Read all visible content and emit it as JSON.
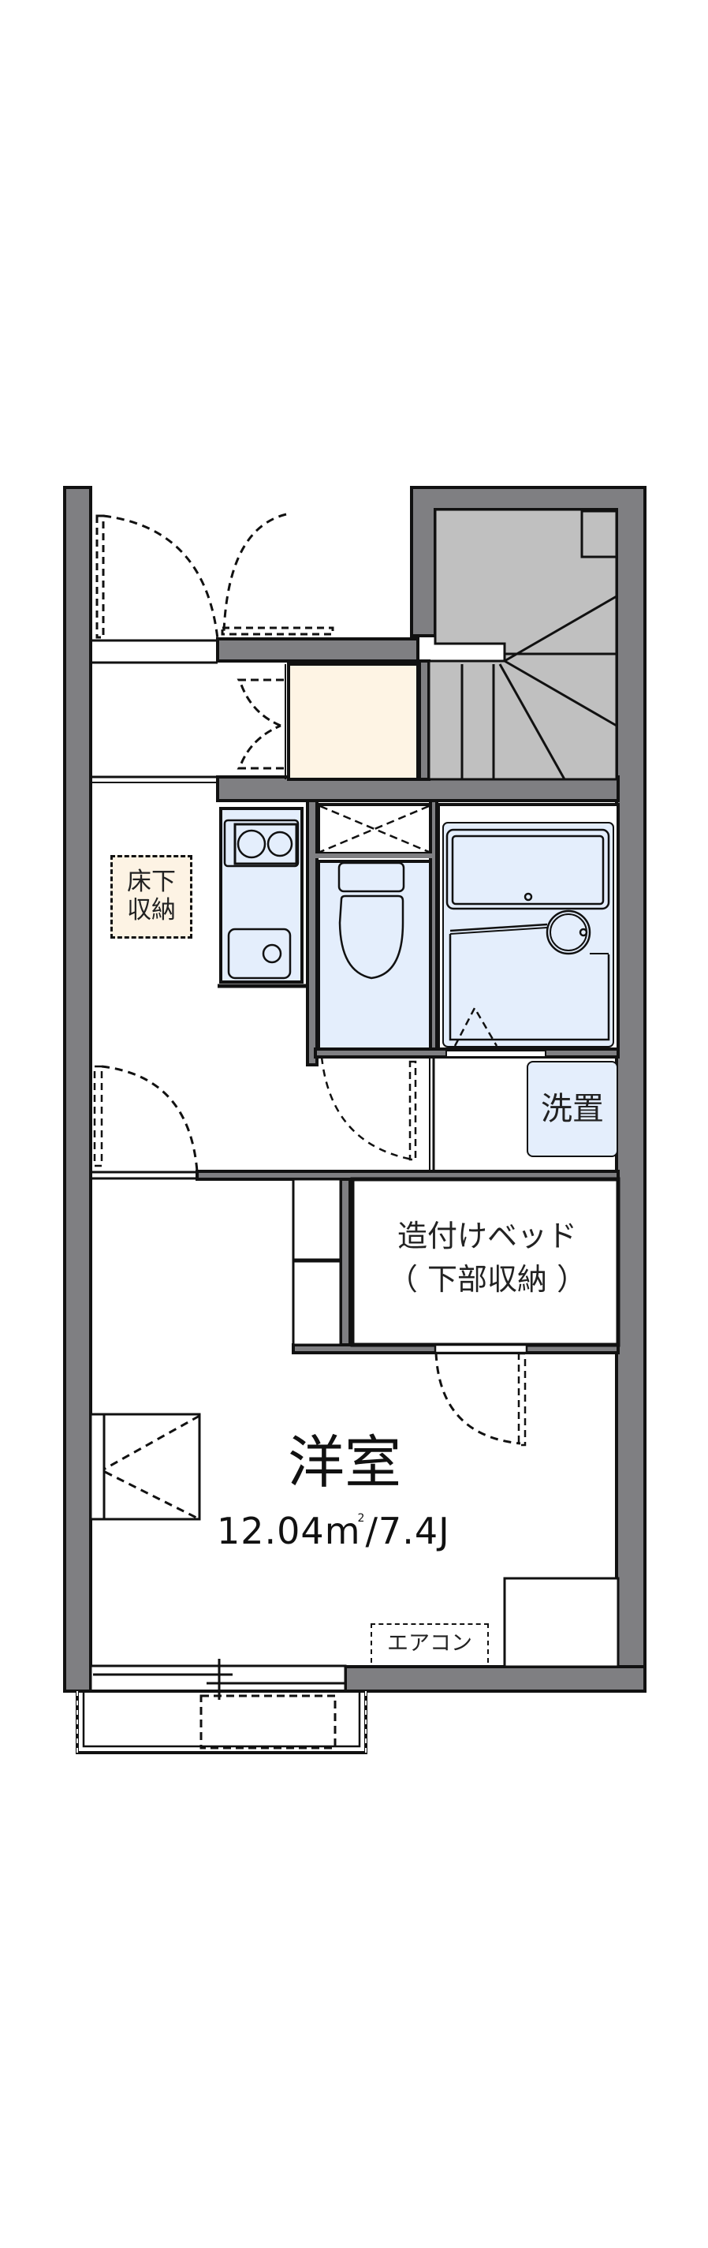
{
  "floor_plan": {
    "colors": {
      "wall": "#7f7f82",
      "line": "#111111",
      "stair_fill": "#c0c0c0",
      "closet_fill": "#fef4e4",
      "wet_area_fill": "#e4eefc",
      "background": "#ffffff"
    },
    "rooms": {
      "western_room": {
        "name": "洋室",
        "area": "12.04㎡/7.4J",
        "area_value_m2": "12.04",
        "area_unit": "m",
        "area_sup": "2",
        "area_tatami": "/7.4J"
      },
      "built_in_bed": {
        "line1": "造付けベッド",
        "line2": "（ 下部収納 ）"
      },
      "underfloor_storage": {
        "line1": "床下",
        "line2": "収納"
      },
      "washer_space": {
        "label": "洗置"
      },
      "air_conditioner": {
        "label": "エアコン"
      }
    },
    "fixtures": [
      "entrance",
      "shoe-closet",
      "staircase",
      "kitchen-sink",
      "two-burner-stove",
      "toilet",
      "unit-bath",
      "washing-machine-space",
      "built-in-bed",
      "balcony",
      "sliding-window",
      "air-conditioner"
    ]
  }
}
